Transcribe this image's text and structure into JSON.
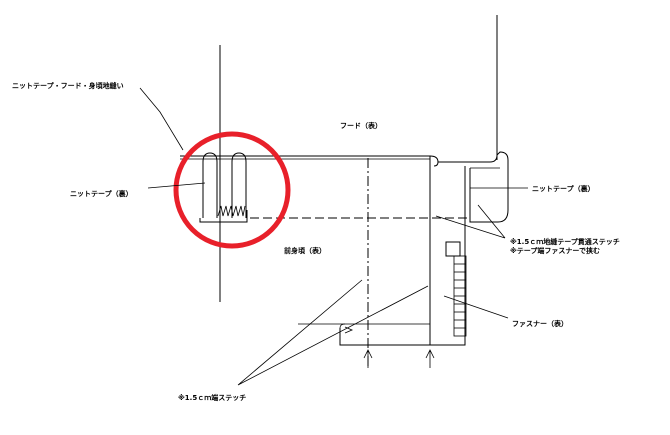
{
  "labels": {
    "knit_tape_hood_body": "ニットテープ・フード・身頃地縫い",
    "hood": "フード（表）",
    "knit_tape_left": "ニットテープ（裏）",
    "knit_tape_right": "ニットテープ（裏）",
    "body": "前身頃（表）",
    "stitch_center_1": "※1.5ｃｍ地縫テープ貫通ステッチ",
    "stitch_center_2": "※テープ端ファスナーで挟む",
    "fastener": "ファスナー（表）",
    "stitch_bottom": "※1.5ｃｍ端ステッチ"
  },
  "colors": {
    "line": "#000000",
    "highlight": "#e8202a",
    "background": "#ffffff"
  }
}
